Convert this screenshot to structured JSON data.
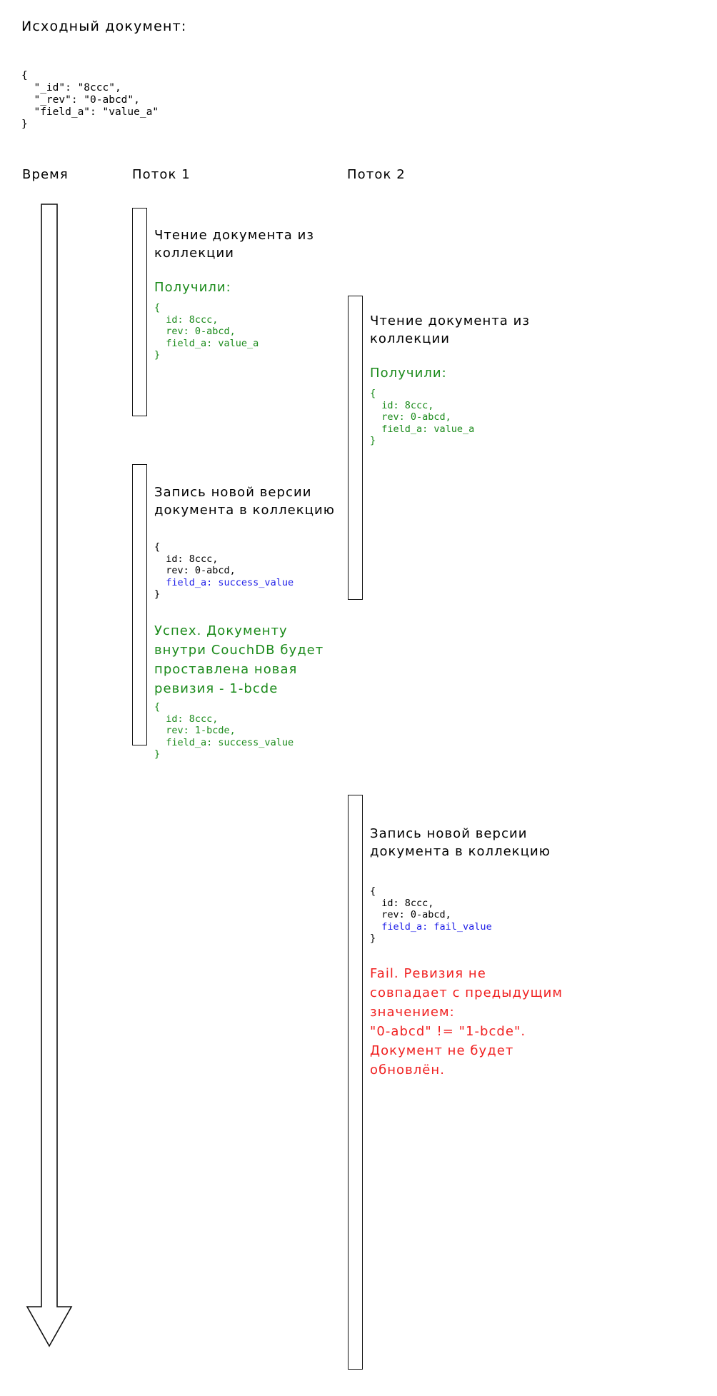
{
  "source": {
    "heading": "Исходный документ:",
    "json": "{\n  \"_id\": \"8ccc\",\n  \"_rev\": \"0-abcd\",\n  \"field_a\": \"value_a\"\n}"
  },
  "headers": {
    "time": "Время",
    "thread1": "Поток 1",
    "thread2": "Поток 2"
  },
  "colors": {
    "success": "#1a8a1a",
    "fail": "#f01f1f",
    "highlight": "#2121e8",
    "lifeline": "#111111",
    "text": "#000000"
  },
  "thread1": {
    "block1": {
      "title": "Чтение документа из\nколлекции",
      "note": "Получили:",
      "code_pre": "{\n  id: 8ccc,\n  rev: 0-abcd,\n  ",
      "code_hl": "field_a: value_a",
      "code_post": "\n}"
    },
    "block2": {
      "title": "Запись новой версии\nдокумента в коллекцию",
      "code_pre": "{\n  id: 8ccc,\n  rev: 0-abcd,\n  ",
      "code_hl": "field_a: success_value",
      "code_post": "\n}",
      "note": "Успех. Документу\nвнутри CouchDB будет\nпроставлена новая\nревизия - 1-bcde",
      "code2_pre": "{\n  id: 8ccc,\n  rev: 1-bcde,\n  ",
      "code2_hl": "field_a: success_value",
      "code2_post": "\n}"
    }
  },
  "thread2": {
    "block1": {
      "title": "Чтение документа из\nколлекции",
      "note": "Получили:",
      "code_pre": "{\n  id: 8ccc,\n  rev: 0-abcd,\n  ",
      "code_hl": "field_a: value_a",
      "code_post": "\n}"
    },
    "block2": {
      "title": "Запись новой версии\nдокумента в коллекцию",
      "code_pre": "{\n  id: 8ccc,\n  rev: 0-abcd,\n  ",
      "code_hl": "field_a: fail_value",
      "code_post": "\n}",
      "note": "Fail. Ревизия не\nсовпадает с предыдущим\nзначением:\n\"0-abcd\" != \"1-bcde\".\nДокумент не будет\nобновлён."
    }
  }
}
